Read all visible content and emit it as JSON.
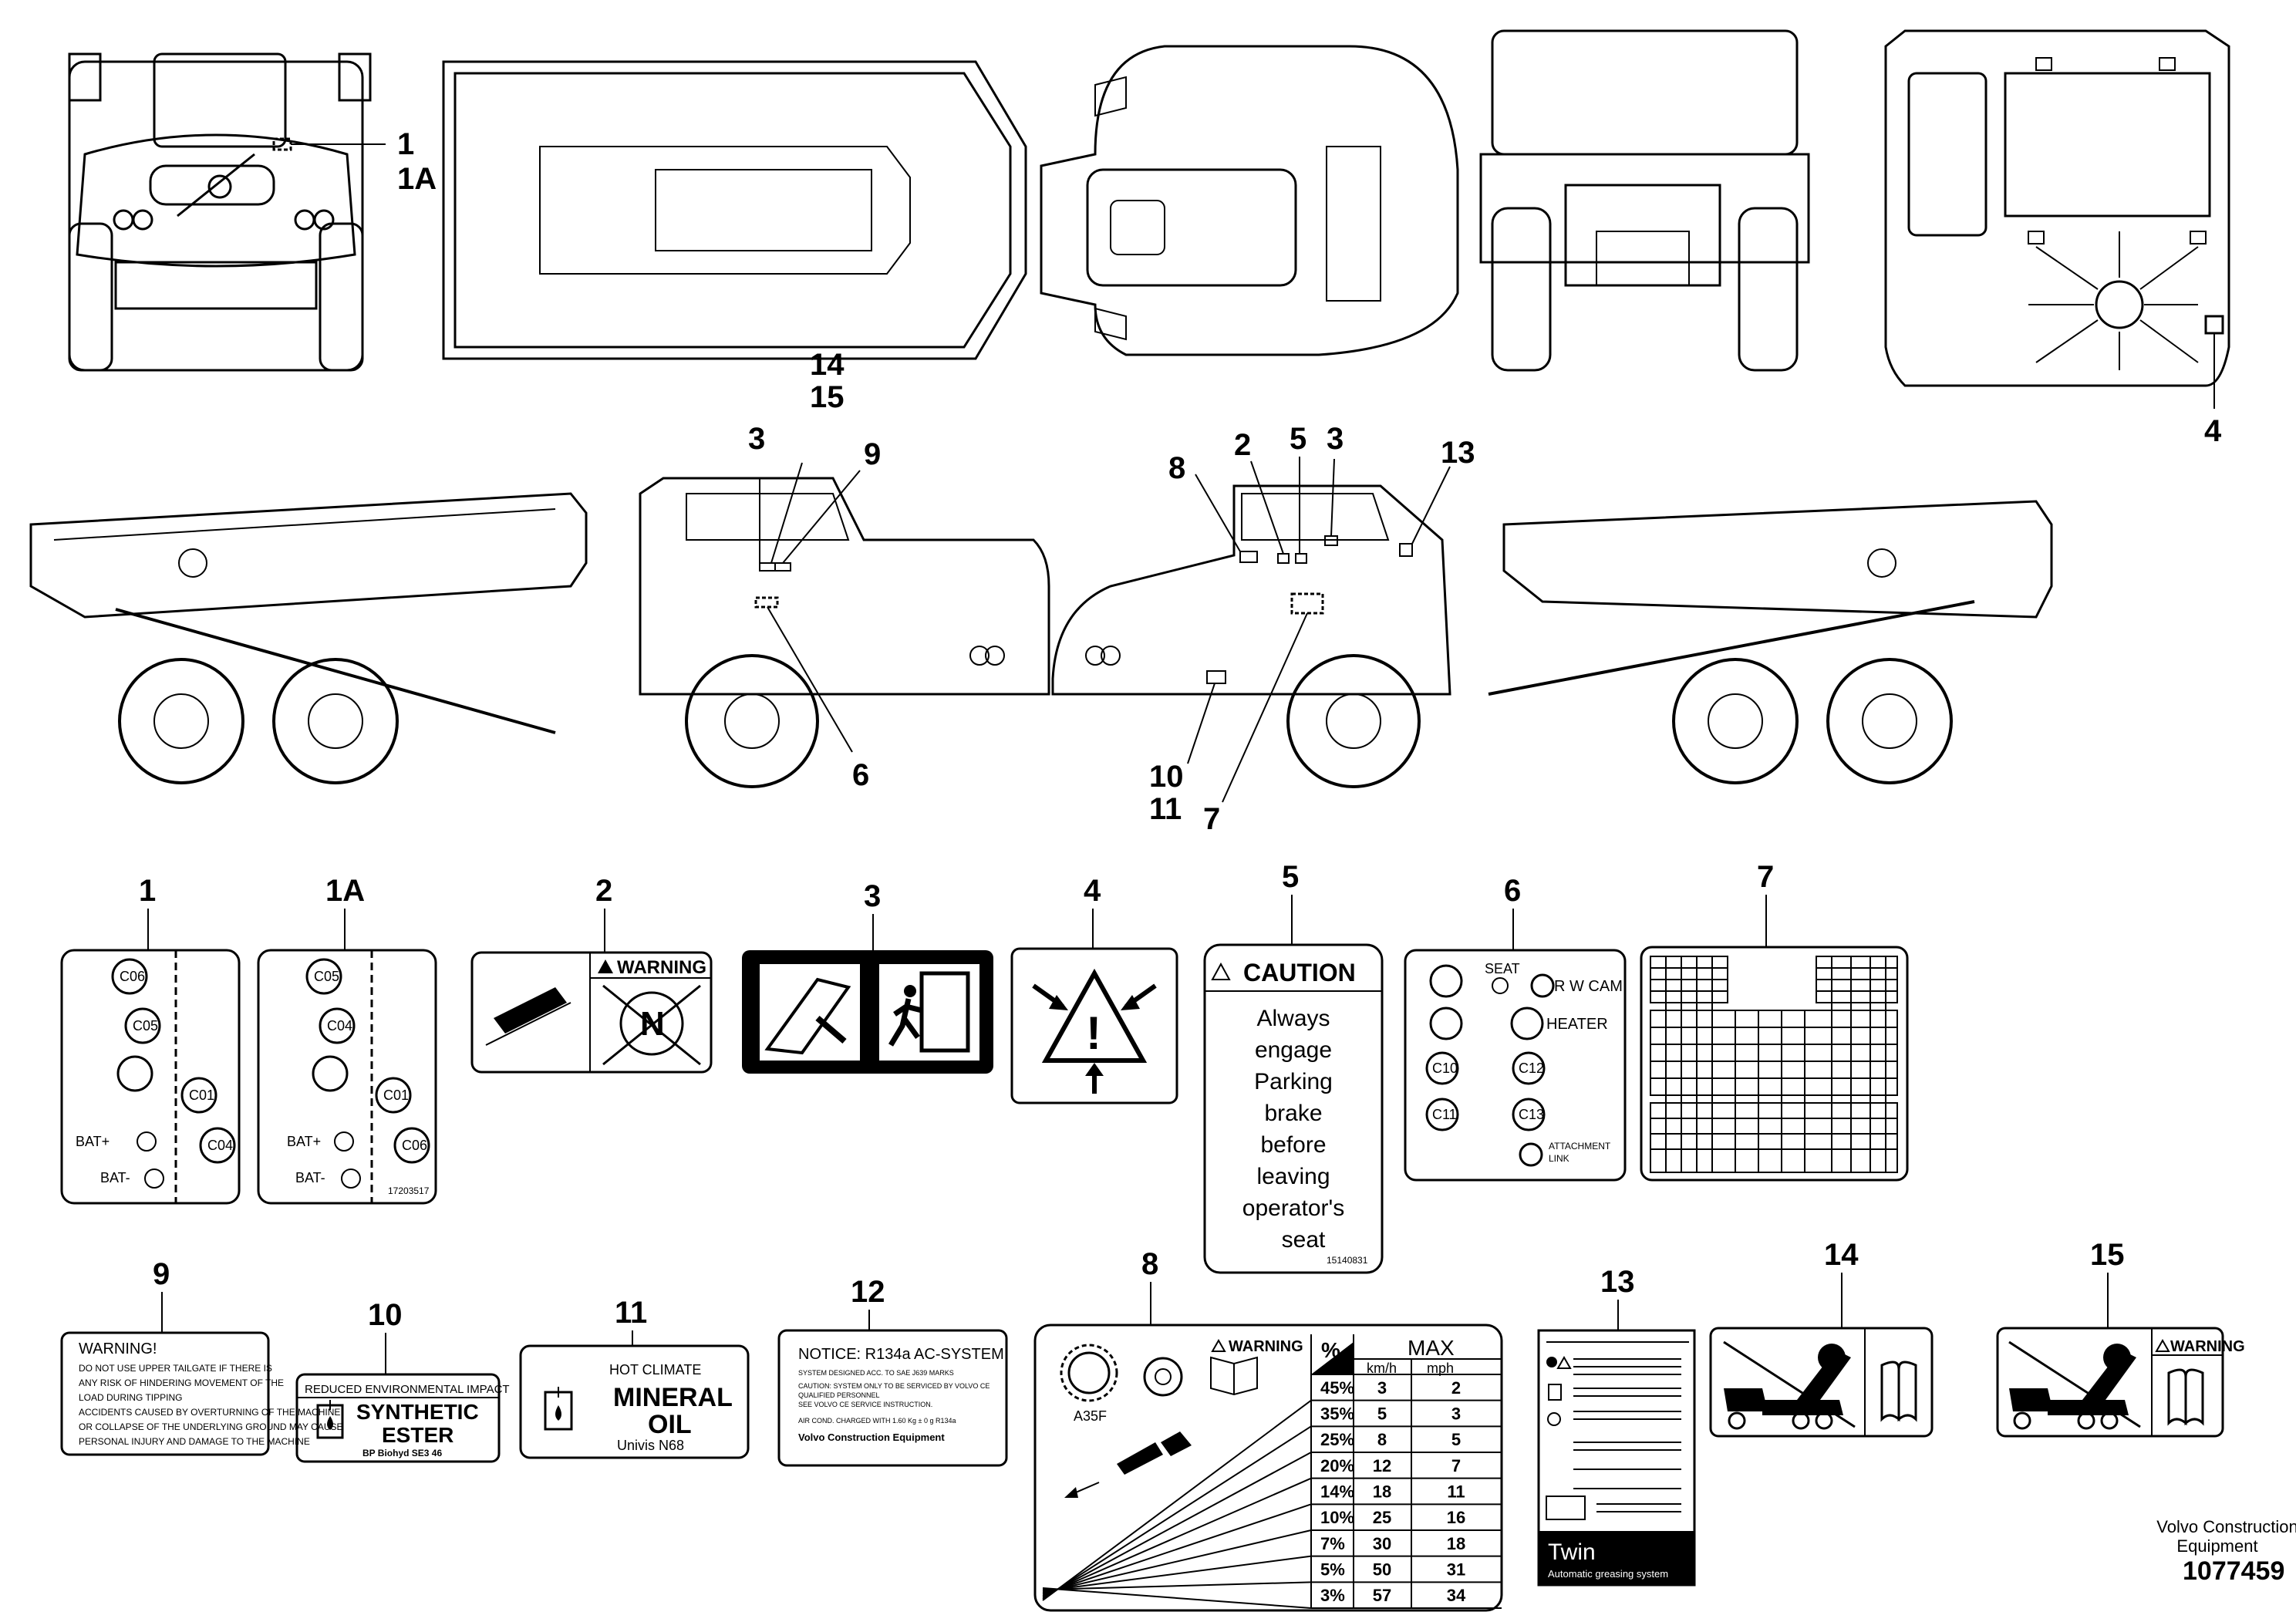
{
  "callouts_top": {
    "c1": "1",
    "c1a": "1A",
    "c4": "4",
    "c14": "14",
    "c15": "15",
    "c3a": "3",
    "c9": "9",
    "c6": "6",
    "c8": "8",
    "c2": "2",
    "c5": "5",
    "c3b": "3",
    "c13": "13",
    "c10": "10",
    "c11": "11",
    "c7": "7"
  },
  "labels": {
    "n1": "1",
    "n1a": "1A",
    "n2": "2",
    "n3": "3",
    "n4": "4",
    "n5": "5",
    "n6": "6",
    "n7": "7",
    "n8": "8",
    "n9": "9",
    "n10": "10",
    "n11": "11",
    "n12": "12",
    "n13": "13",
    "n14": "14",
    "n15": "15"
  },
  "decal1": {
    "c06": "C06",
    "c05": "C05",
    "c01": "C01",
    "c04": "C04",
    "batp": "BAT+",
    "batm": "BAT-"
  },
  "decal1a": {
    "c05": "C05",
    "c04": "C04",
    "c01": "C01",
    "c06": "C06",
    "batp": "BAT+",
    "batm": "BAT-",
    "code": "17203517"
  },
  "decal2": {
    "warning": "WARNING",
    "n": "N"
  },
  "decal5": {
    "caution": "CAUTION",
    "lines": [
      "Always",
      "engage",
      "Parking",
      "brake",
      "before",
      "leaving",
      "operator's",
      "seat"
    ],
    "code": "15140831"
  },
  "decal6": {
    "seat": "SEAT",
    "rwcam": "R W CAM",
    "heater": "HEATER",
    "c10": "C10",
    "c12": "C12",
    "c11": "C11",
    "c13": "C13",
    "attach1": "ATTACHMENT",
    "attach2": "LINK"
  },
  "decal9": {
    "title": "WARNING!",
    "lines": [
      "DO NOT USE UPPER TAILGATE IF THERE IS",
      "ANY RISK OF HINDERING MOVEMENT OF THE",
      "LOAD DURING TIPPING",
      "ACCIDENTS CAUSED BY OVERTURNING OF THE MACHINE",
      "OR COLLAPSE OF THE UNDERLYING GROUND MAY CAUSE",
      "PERSONAL INJURY AND DAMAGE TO THE MACHINE"
    ]
  },
  "decal10": {
    "header": "REDUCED ENVIRONMENTAL IMPACT",
    "l1": "SYNTHETIC",
    "l2": "ESTER",
    "foot": "BP Biohyd SE3 46"
  },
  "decal11": {
    "header": "HOT CLIMATE",
    "l1": "MINERAL",
    "l2": "OIL",
    "foot": "Univis N68"
  },
  "decal12": {
    "title": "NOTICE: R134a AC-SYSTEM",
    "lines": [
      "SYSTEM DESIGNED ACC. TO SAE J639 MARKS",
      "CAUTION: SYSTEM ONLY TO BE SERVICED BY VOLVO CE",
      "QUALIFIED PERSONNEL",
      "SEE VOLVO CE SERVICE INSTRUCTION.",
      "AIR COND. CHARGED WITH 1.60 Kg ± 0 g R134a"
    ],
    "foot": "Volvo Construction Equipment"
  },
  "decal8": {
    "warning": "WARNING",
    "model": "A35F",
    "pct_head": "%",
    "max": "MAX",
    "kmh": "km/h",
    "mph": "mph",
    "rows": [
      {
        "pct": "45%",
        "kmh": "3",
        "mph": "2"
      },
      {
        "pct": "35%",
        "kmh": "5",
        "mph": "3"
      },
      {
        "pct": "25%",
        "kmh": "8",
        "mph": "5"
      },
      {
        "pct": "20%",
        "kmh": "12",
        "mph": "7"
      },
      {
        "pct": "14%",
        "kmh": "18",
        "mph": "11"
      },
      {
        "pct": "10%",
        "kmh": "25",
        "mph": "16"
      },
      {
        "pct": "7%",
        "kmh": "30",
        "mph": "18"
      },
      {
        "pct": "5%",
        "kmh": "50",
        "mph": "31"
      },
      {
        "pct": "3%",
        "kmh": "57",
        "mph": "34"
      }
    ]
  },
  "decal13": {
    "brand": "Twin",
    "sub": "Automatic greasing system"
  },
  "decal15": {
    "warning": "WARNING"
  },
  "footer": {
    "company1": "Volvo Construction",
    "company2": "Equipment",
    "ref": "1077459"
  }
}
